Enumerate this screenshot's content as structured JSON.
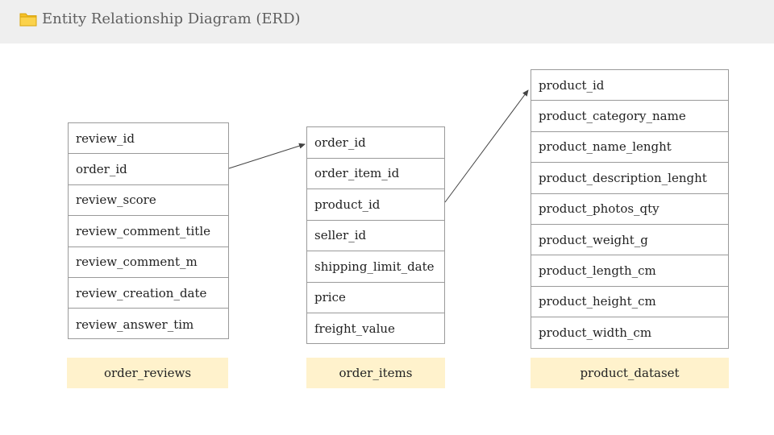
{
  "header": {
    "title": "Entity Relationship Diagram (ERD)",
    "icon": "folder-icon"
  },
  "colors": {
    "header_bg": "#efefef",
    "label_bg": "#fff2cc",
    "border": "#9a9a9a",
    "folder": "#f6c026"
  },
  "tables": {
    "order_reviews": {
      "name": "order_reviews",
      "fields": [
        "review_id",
        "order_id",
        "review_score",
        "review_comment_title",
        "review_comment_m",
        "review_creation_date",
        "review_answer_tim"
      ]
    },
    "order_items": {
      "name": "order_items",
      "fields": [
        "order_id",
        "order_item_id",
        "product_id",
        "seller_id",
        "shipping_limit_date",
        "price",
        "freight_value"
      ]
    },
    "product_dataset": {
      "name": "product_dataset",
      "fields": [
        "product_id",
        "product_category_name",
        "product_name_lenght",
        "product_description_lenght",
        "product_photos_qty",
        "product_weight_g",
        "product_length_cm",
        "product_height_cm",
        "product_width_cm"
      ]
    }
  }
}
